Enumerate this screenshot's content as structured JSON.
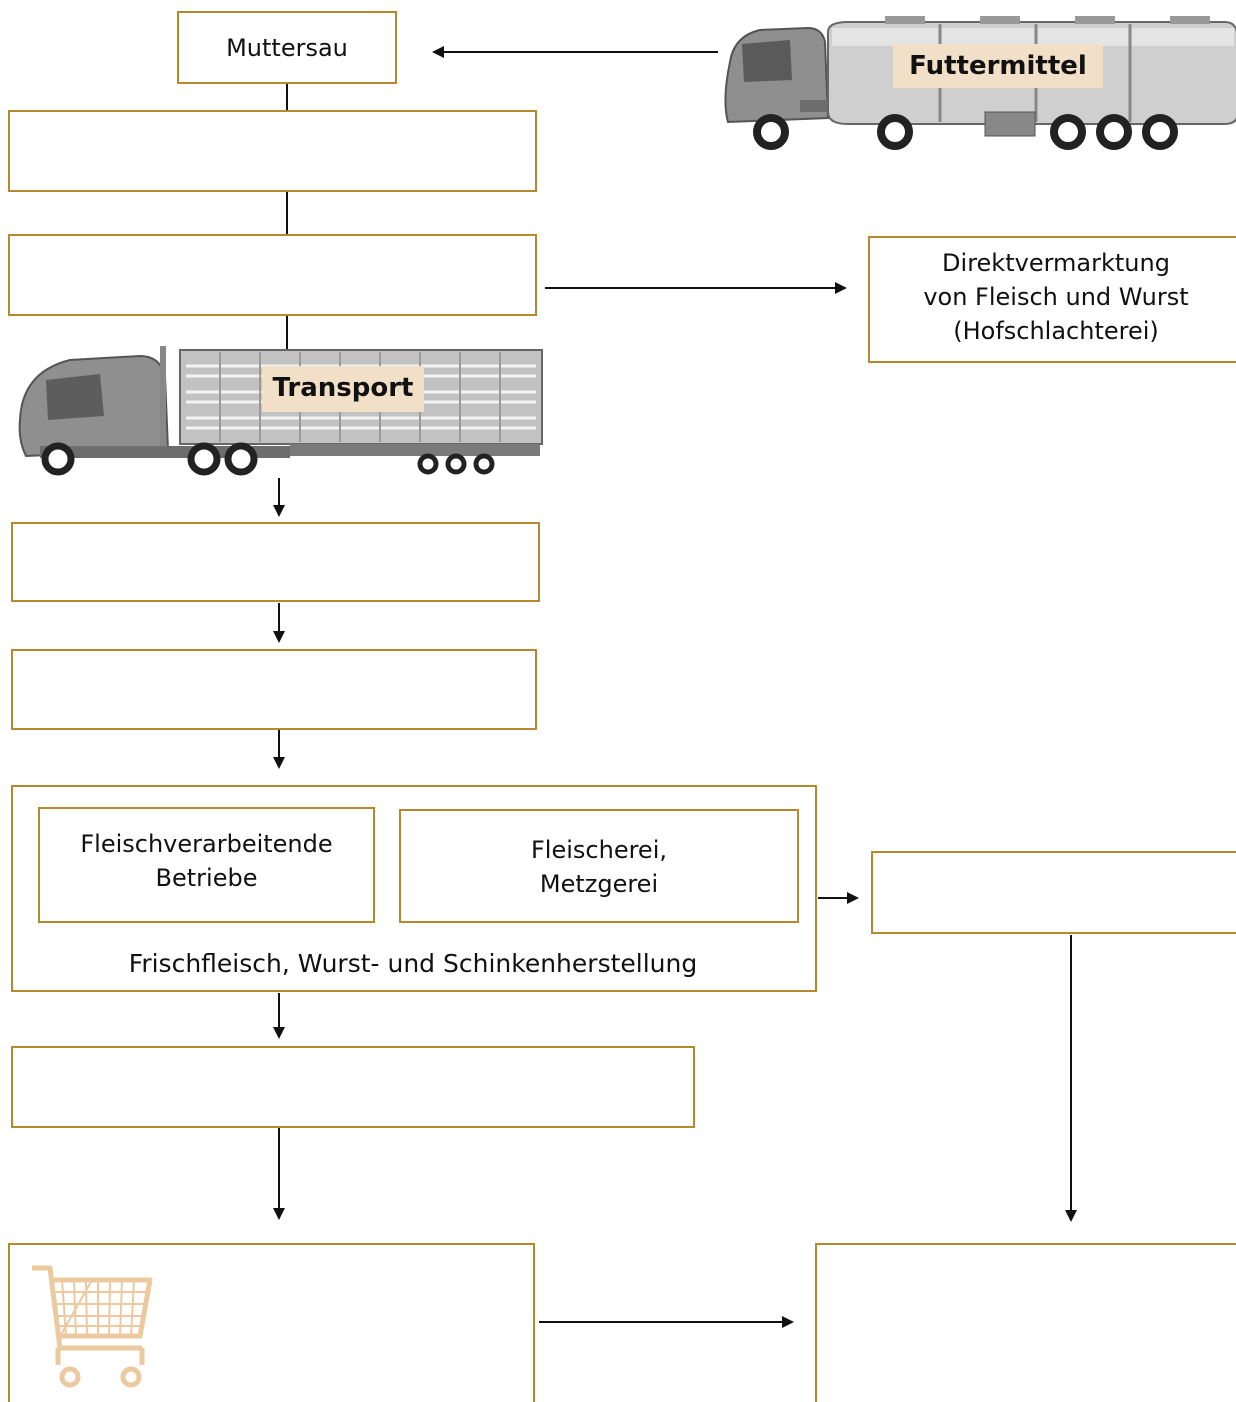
{
  "nodes": {
    "muttersau": "Muttersau",
    "futtermittel": "Futtermittel",
    "transport": "Transport",
    "direktvermarktung": "Direktvermarktung\nvon Fleisch und Wurst\n(Hofschlachterei)",
    "fleischverarbeitende": "Fleischverarbeitende\nBetriebe",
    "fleischerei": "Fleischerei,\nMetzgerei",
    "herstellung": "Frischfleisch, Wurst- und Schinkenherstellung"
  },
  "icons": [
    "tanker-truck-icon",
    "livestock-truck-icon",
    "shopping-cart-icon"
  ],
  "colors": {
    "box_border": "#b7892e",
    "label_background": "#f2dfc8",
    "cart": "#edc9a0",
    "truck_gray": "#8c8c8c"
  }
}
